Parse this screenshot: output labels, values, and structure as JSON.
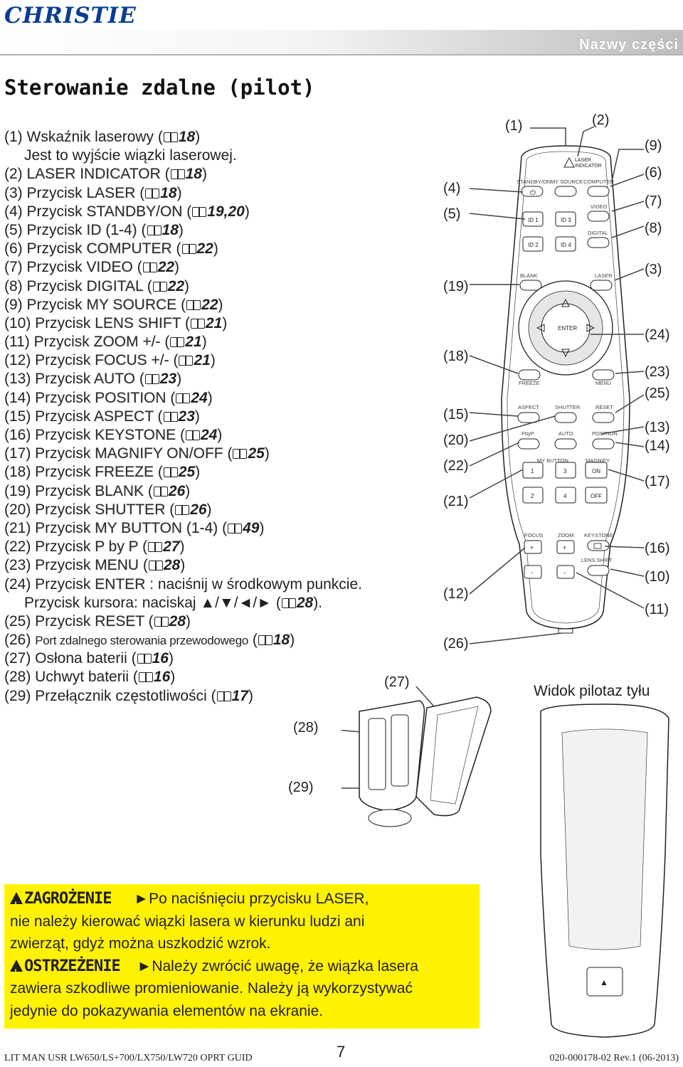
{
  "header": {
    "logo": "CHRISTIE",
    "section": "Nazwy części"
  },
  "title": "Sterowanie zdalne (pilot)",
  "items": [
    {
      "pre": "(1) Wskaźnik laserowy (",
      "kw": "",
      "ref": "18",
      "post": ")"
    },
    {
      "pre": "Jest to wyjście wiązki laserowej.",
      "kw": "",
      "ref": "",
      "post": ""
    },
    {
      "pre": "(2) ",
      "kw": "LASER INDICATOR",
      "ref": "18",
      "post": ")"
    },
    {
      "pre": "(3) Przycisk ",
      "kw": "LASER",
      "ref": "18",
      "post": ")"
    },
    {
      "pre": "(4) Przycisk ",
      "kw": "STANDBY/ON",
      "ref": "19,20",
      "post": ")"
    },
    {
      "pre": "(5) Przycisk ",
      "kw": "ID (1-4)",
      "ref": "18",
      "post": ")"
    },
    {
      "pre": "(6) Przycisk ",
      "kw": "COMPUTER",
      "ref": "22",
      "post": ")"
    },
    {
      "pre": "(7) Przycisk ",
      "kw": "VIDEO",
      "ref": "22",
      "post": ")"
    },
    {
      "pre": "(8) Przycisk ",
      "kw": "DIGITAL",
      "ref": "22",
      "post": ")"
    },
    {
      "pre": "(9) Przycisk ",
      "kw": "MY SOURCE",
      "ref": "22",
      "post": ")"
    },
    {
      "pre": "(10) Przycisk ",
      "kw": "LENS SHIFT",
      "ref": "21",
      "post": ")"
    },
    {
      "pre": "(11) Przycisk ",
      "kw": "ZOOM +/-",
      "ref": "21",
      "post": ")"
    },
    {
      "pre": "(12) Przycisk ",
      "kw": "FOCUS +/-",
      "ref": "21",
      "post": ")"
    },
    {
      "pre": "(13) Przycisk ",
      "kw": "AUTO",
      "ref": "23",
      "post": ")"
    },
    {
      "pre": "(14) Przycisk ",
      "kw": "POSITION",
      "ref": "24",
      "post": ")"
    },
    {
      "pre": "(15) Przycisk ",
      "kw": "ASPECT",
      "ref": "23",
      "post": ")"
    },
    {
      "pre": "(16) Przycisk ",
      "kw": "KEYSTONE",
      "ref": "24",
      "post": ")"
    },
    {
      "pre": "(17) Przycisk ",
      "kw": "MAGNIFY ON/OFF",
      "ref": "25",
      "post": ")"
    },
    {
      "pre": "(18) Przycisk ",
      "kw": "FREEZE",
      "ref": "25",
      "post": ")"
    },
    {
      "pre": "(19) Przycisk ",
      "kw": "BLANK",
      "ref": "26",
      "post": ")"
    },
    {
      "pre": "(20) Przycisk ",
      "kw": "SHUTTER",
      "ref": "26",
      "post": ")"
    },
    {
      "pre": "(21) Przycisk ",
      "kw": "MY BUTTON (1-4)",
      "ref": "49",
      "post": ")"
    },
    {
      "pre": "(22) Przycisk ",
      "kw": "P by P",
      "ref": "27",
      "post": ")"
    },
    {
      "pre": "(23) Przycisk ",
      "kw": "MENU",
      "ref": "28",
      "post": ")"
    },
    {
      "pre": "(24) Przycisk ",
      "kw": "ENTER",
      "ref": "",
      "post": " : naciśnij w środkowym punkcie."
    },
    {
      "pre": "Przycisk kursora: naciskaj ▲/▼/◄/► (",
      "kw": "",
      "ref": "28",
      "post": ")."
    },
    {
      "pre": "(25) Przycisk ",
      "kw": "RESET",
      "ref": "28",
      "post": ")"
    },
    {
      "pre": "(26) ",
      "kw": "",
      "ref": "18",
      "post": ")",
      "small": "Port zdalnego sterowania przewodowego"
    },
    {
      "pre": "(27) Osłona baterii (",
      "kw": "",
      "ref": "16",
      "post": ")"
    },
    {
      "pre": "(28) Uchwyt baterii (",
      "kw": "",
      "ref": "16",
      "post": ")"
    },
    {
      "pre": "(29) Przełącznik częstotliwości (",
      "kw": "",
      "ref": "17",
      "post": ")"
    }
  ],
  "callouts": {
    "c1": "(1)",
    "c2": "(2)",
    "c9": "(9)",
    "c6": "(6)",
    "c7": "(7)",
    "c8": "(8)",
    "c3": "(3)",
    "c24": "(24)",
    "c23": "(23)",
    "c25": "(25)",
    "c13": "(13)",
    "c14": "(14)",
    "c17": "(17)",
    "c16": "(16)",
    "c10": "(10)",
    "c11": "(11)",
    "c4": "(4)",
    "c5": "(5)",
    "c19": "(19)",
    "c18": "(18)",
    "c15": "(15)",
    "c20": "(20)",
    "c22": "(22)",
    "c21": "(21)",
    "c12": "(12)",
    "c26": "(26)",
    "c27": "(27)",
    "c28": "(28)",
    "c29": "(29)"
  },
  "remote": {
    "laser_indicator": "LASER\nINDICATOR",
    "standby": "STANDBY/ON",
    "my_source": "MY SOURCE",
    "computer": "COMPUTER",
    "video": "VIDEO",
    "digital": "DIGITAL",
    "id1": "ID 1",
    "id2": "ID 2",
    "id3": "ID 3",
    "id4": "ID 4",
    "blank": "BLANK",
    "laser": "LASER",
    "enter": "ENTER",
    "freeze": "FREEZE",
    "menu": "MENU",
    "aspect": "ASPECT",
    "shutter": "SHUTTER",
    "reset": "RESET",
    "pbyp": "PbyP",
    "auto": "AUTO",
    "position": "POSITION",
    "my_button": "MY BUTTON",
    "magnify": "MAGNIFY",
    "on": "ON",
    "off": "OFF",
    "b1": "1",
    "b2": "2",
    "b3": "3",
    "b4": "4",
    "focus": "FOCUS",
    "zoom": "ZOOM",
    "keystone": "KEYSTONE",
    "lens_shift": "LENS SHIFT",
    "plus": "+",
    "minus": "-"
  },
  "back_label": "Widok pilotaz tyłu",
  "warnings": {
    "danger_label": "ZAGROŻENIE",
    "danger_pre": "►Po naciśnięciu przycisku ",
    "danger_kw": "LASER",
    "danger_post": ",",
    "danger_line2": "nie należy kierować wiązki lasera w kierunku ludzi ani",
    "danger_line3": "zwierząt, gdyż można uszkodzić wzrok.",
    "caution_label": "OSTRZEŻENIE",
    "caution_line1": "►Należy zwrócić uwagę, że wiązka lasera",
    "caution_line2": "zawiera szkodliwe promieniowanie. Należy ją wykorzystywać",
    "caution_line3": "jedynie do pokazywania elementów na ekranie."
  },
  "footer": {
    "left": "LIT MAN USR LW650/LS+700/LX750/LW720 OPRT GUID",
    "page": "7",
    "right": "020-000178-02 Rev.1 (06-2013)"
  }
}
